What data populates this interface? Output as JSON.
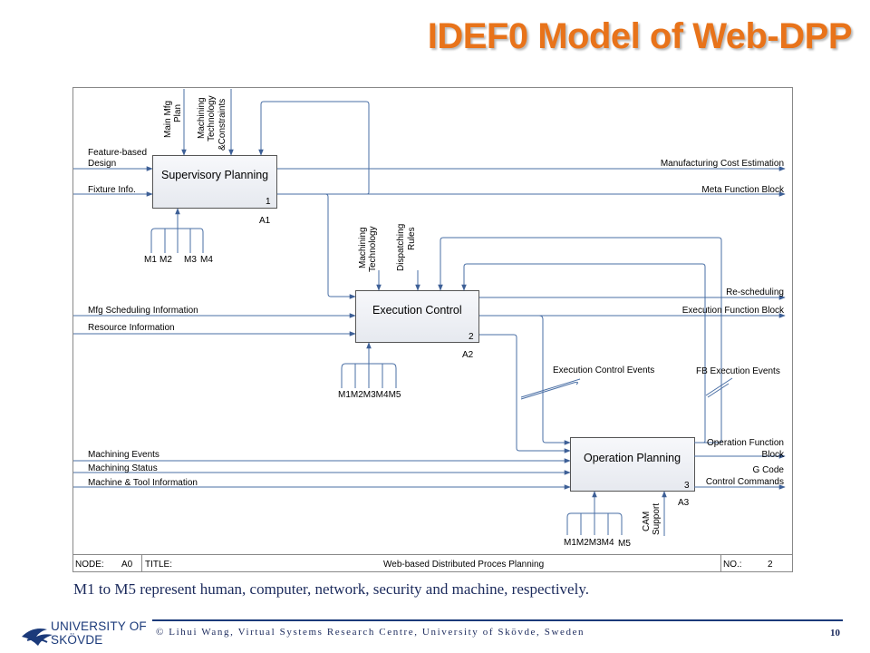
{
  "slide": {
    "title": "IDEF0 Model of Web-DPP",
    "caption": "M1 to M5 represent human, computer, network, security and machine, respectively.",
    "footer": "© Lihui Wang, Virtual Systems Research Centre, University of Skövde, Sweden",
    "page_number": "10",
    "logo_line1": "UNIVERSITY OF",
    "logo_line2": "SKÖVDE"
  },
  "diagram": {
    "boxes": {
      "a1": {
        "name": "Supervisory Planning",
        "number": "1",
        "node": "A1"
      },
      "a2": {
        "name": "Execution Control",
        "number": "2",
        "node": "A2"
      },
      "a3": {
        "name": "Operation Planning",
        "number": "3",
        "node": "A3"
      }
    },
    "inputs": {
      "feature_design_1": "Feature-based",
      "feature_design_2": "Design",
      "fixture_info": "Fixture Info.",
      "mfg_scheduling": "Mfg Scheduling Information",
      "resource_info": "Resource Information",
      "machining_events": "Machining Events",
      "machining_status": "Machining Status",
      "machine_tool_info": "Machine & Tool Information"
    },
    "controls": {
      "main_mfg_plan_1": "Main Mfg",
      "main_mfg_plan_2": "Plan",
      "machining_tech_constraints_1": "Machining",
      "machining_tech_constraints_2": "Technology",
      "machining_tech_constraints_3": "&Constraints",
      "machining_tech_1": "Machining",
      "machining_tech_2": "Technology",
      "dispatching_rules_1": "Dispatching",
      "dispatching_rules_2": "Rules",
      "cam_support_1": "CAM",
      "cam_support_2": "Support"
    },
    "outputs": {
      "mfg_cost_estimation": "Manufacturing Cost Estimation",
      "meta_function_block": "Meta Function Block",
      "rescheduling": "Re-scheduling",
      "execution_function_block": "Execution Function Block",
      "operation_function_block_1": "Operation Function",
      "operation_function_block_2": "Block",
      "g_code_1": "G Code",
      "g_code_2": "Control Commands"
    },
    "events": {
      "execution_control_events": "Execution Control Events",
      "fb_execution_events": "FB Execution Events"
    },
    "mechanisms": {
      "a1": [
        "M1",
        "M2",
        "M3",
        "M4"
      ],
      "a2": "M1M2M3M4M5",
      "a3_main": "M1M2M3M4",
      "a3_last": "M5"
    },
    "footer_bar": {
      "node_label": "NODE:",
      "node_value": "A0",
      "title_label": "TITLE:",
      "title_value": "Web-based Distributed Proces Planning",
      "no_label": "NO.:",
      "no_value": "2"
    }
  },
  "colors": {
    "title": "#e8731a",
    "line": "#4a6fa5",
    "box_fill": "#eef0f4",
    "caption": "#1b2a5c"
  }
}
